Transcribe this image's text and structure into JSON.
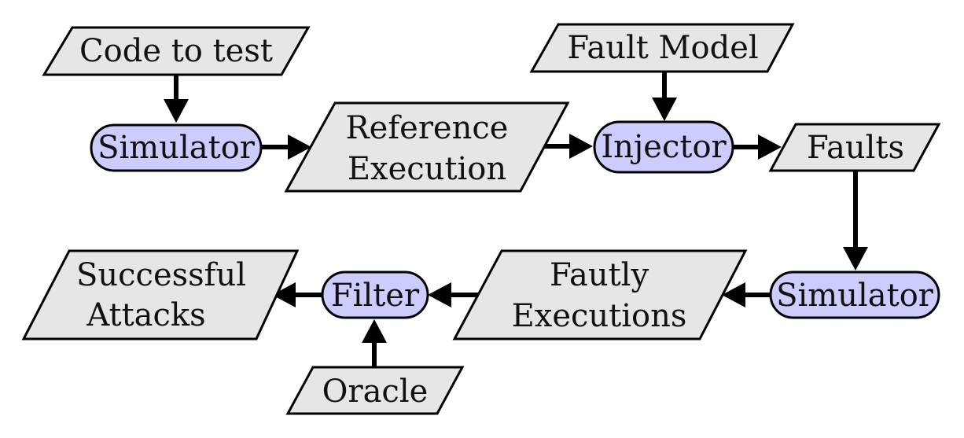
{
  "diagram": {
    "colors": {
      "data_fill": "#e6e6e6",
      "process_fill": "#ccccff",
      "stroke": "#000000"
    },
    "nodes": {
      "code_to_test": {
        "kind": "data",
        "lines": [
          "Code to test"
        ]
      },
      "simulator_1": {
        "kind": "process",
        "lines": [
          "Simulator"
        ]
      },
      "reference_execution": {
        "kind": "data",
        "lines": [
          "Reference",
          "Execution"
        ]
      },
      "injector": {
        "kind": "process",
        "lines": [
          "Injector"
        ]
      },
      "fault_model": {
        "kind": "data",
        "lines": [
          "Fault Model"
        ]
      },
      "faults": {
        "kind": "data",
        "lines": [
          "Faults"
        ]
      },
      "simulator_2": {
        "kind": "process",
        "lines": [
          "Simulator"
        ]
      },
      "faulty_executions": {
        "kind": "data",
        "lines": [
          "Fautly",
          "Executions"
        ]
      },
      "filter": {
        "kind": "process",
        "lines": [
          "Filter"
        ]
      },
      "oracle": {
        "kind": "data",
        "lines": [
          "Oracle"
        ]
      },
      "successful_attacks": {
        "kind": "data",
        "lines": [
          "Successful",
          "Attacks"
        ]
      }
    },
    "edges": [
      {
        "from": "code_to_test",
        "to": "simulator_1"
      },
      {
        "from": "simulator_1",
        "to": "reference_execution"
      },
      {
        "from": "reference_execution",
        "to": "injector"
      },
      {
        "from": "fault_model",
        "to": "injector"
      },
      {
        "from": "injector",
        "to": "faults"
      },
      {
        "from": "faults",
        "to": "simulator_2"
      },
      {
        "from": "simulator_2",
        "to": "faulty_executions"
      },
      {
        "from": "faulty_executions",
        "to": "filter"
      },
      {
        "from": "oracle",
        "to": "filter"
      },
      {
        "from": "filter",
        "to": "successful_attacks"
      }
    ]
  }
}
